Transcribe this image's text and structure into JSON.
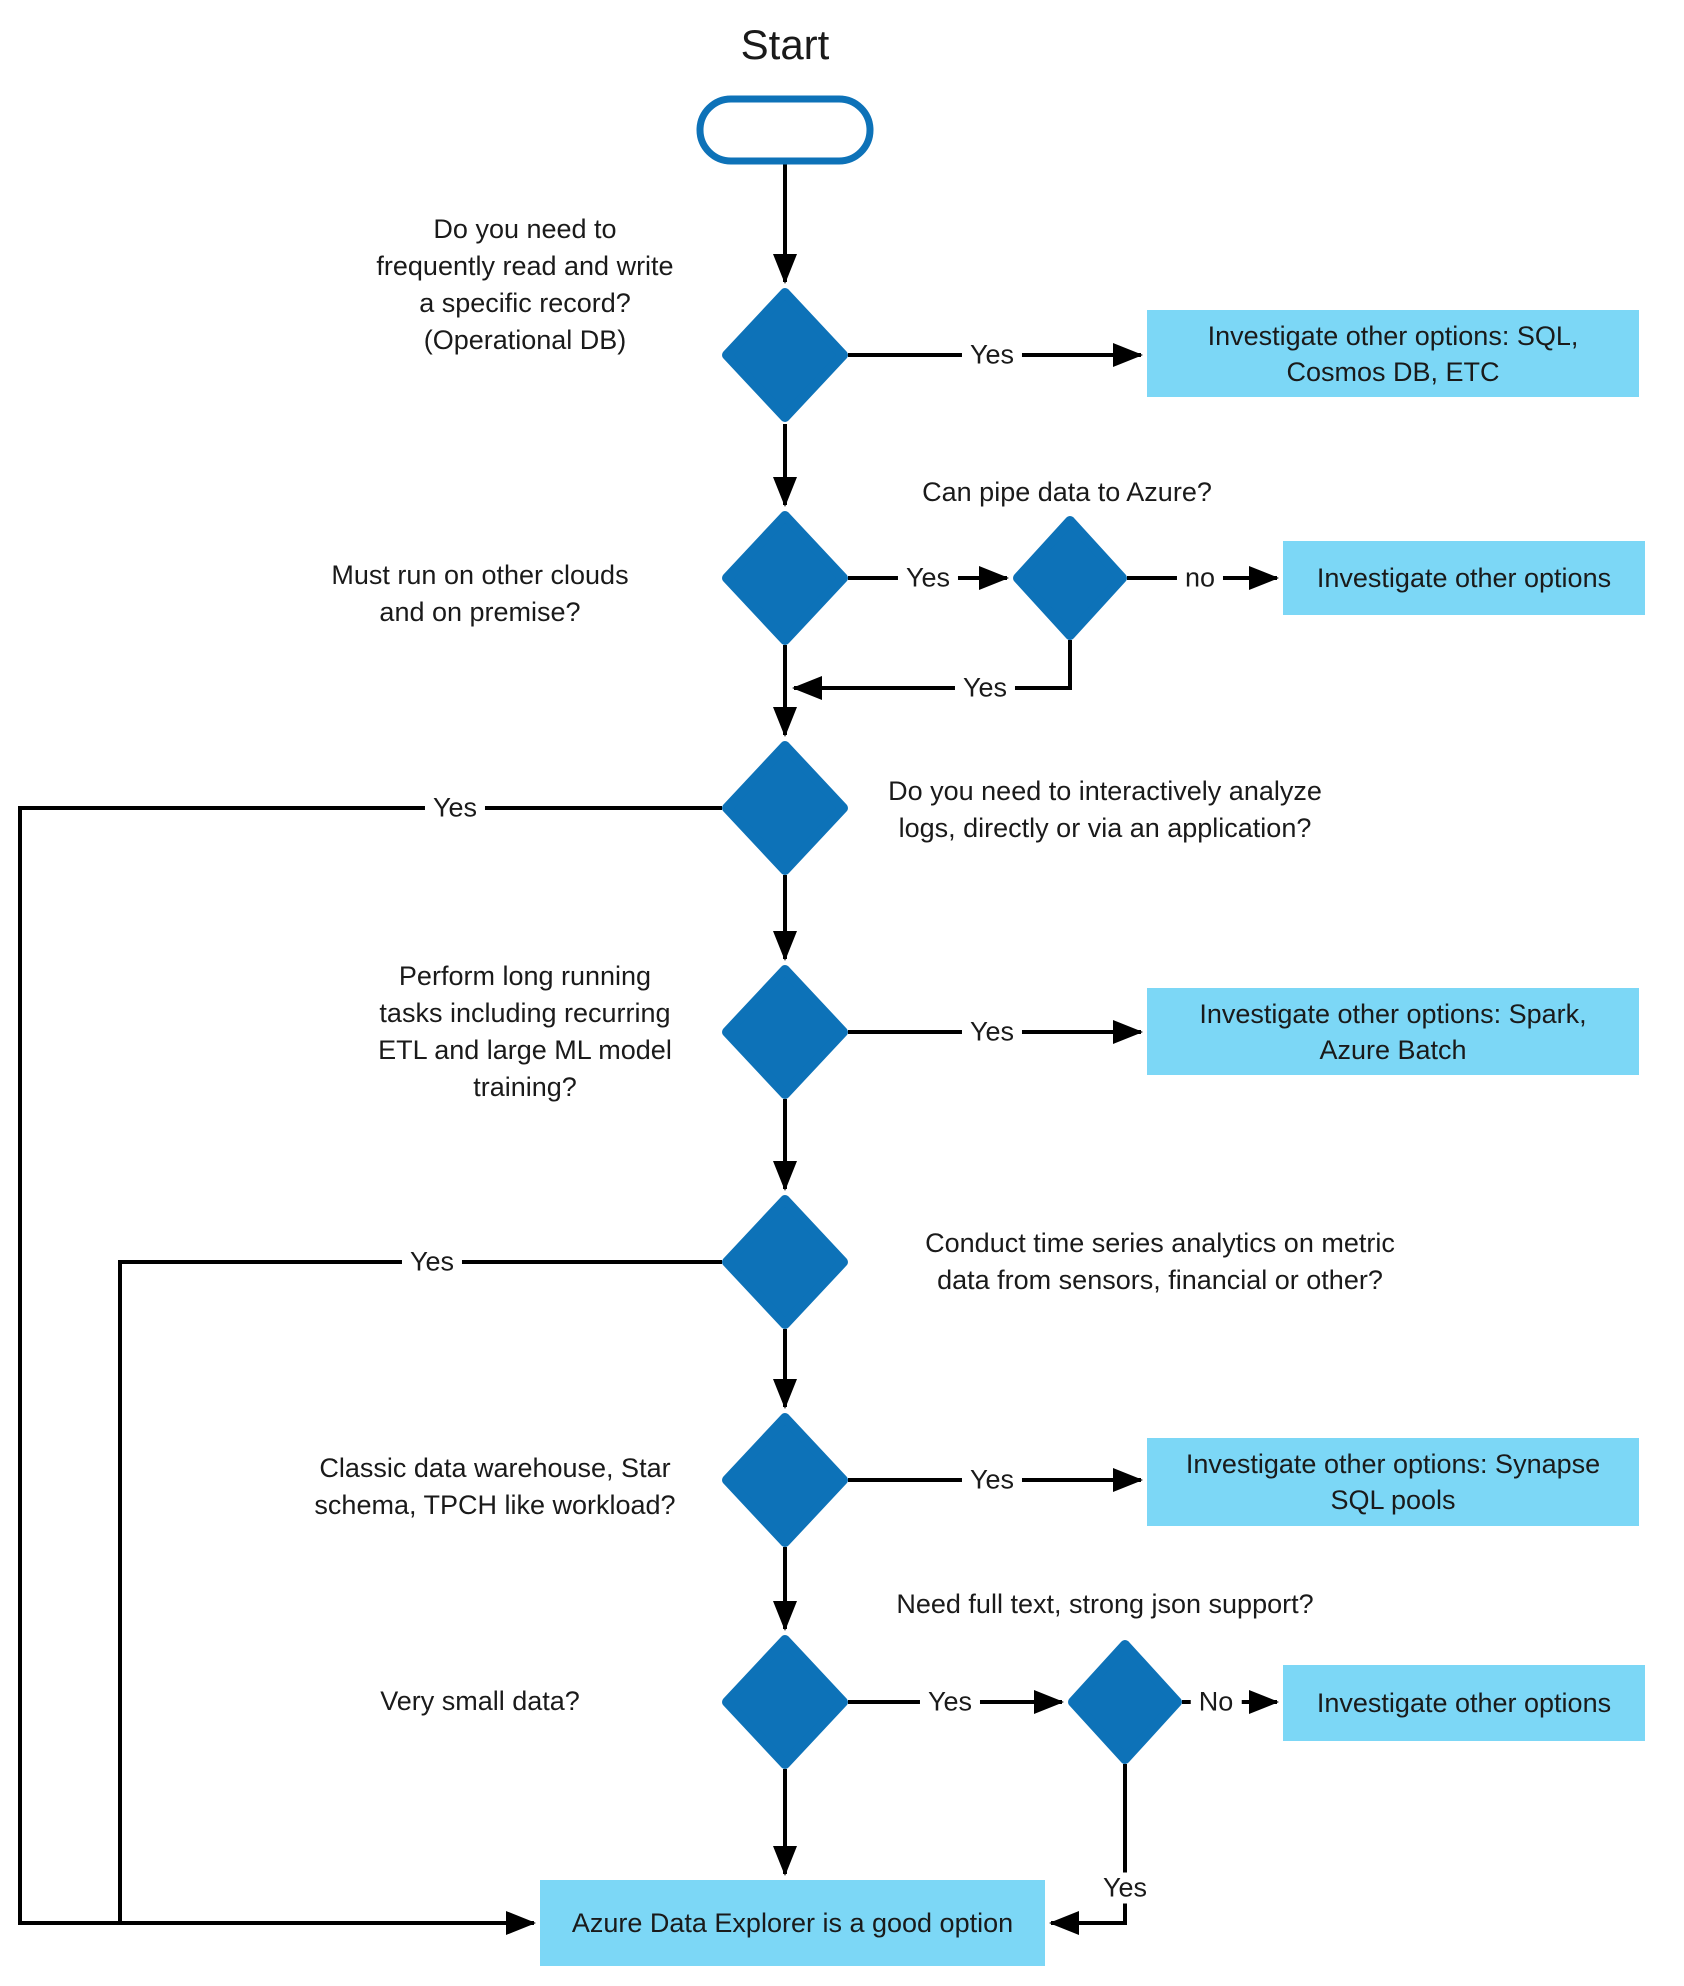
{
  "colors": {
    "diamond_blue": "#0d72b8",
    "box_blue": "#7cd7f6",
    "line_black": "#000000"
  },
  "flowchart": {
    "title": "Start",
    "questions": {
      "operational_db": "Do you need to\nfrequently read and write\na specific record?\n(Operational DB)",
      "other_clouds": "Must run on other clouds\nand on premise?",
      "pipe_to_azure": "Can pipe data to Azure?",
      "analyze_logs": "Do you need to interactively analyze\nlogs, directly or via an application?",
      "long_running": "Perform long running\ntasks including recurring\nETL and large ML model\ntraining?",
      "time_series": "Conduct time series analytics on metric\ndata from sensors, financial or other?",
      "data_warehouse": "Classic data warehouse, Star\nschema, TPCH like workload?",
      "small_data": "Very small data?",
      "full_text_json": "Need full text, strong json support?"
    },
    "edge_labels": {
      "d1_yes": "Yes",
      "d2_yes": "Yes",
      "pipe_no": "no",
      "pipe_yes": "Yes",
      "d3_yes": "Yes",
      "d4_yes": "Yes",
      "d5_yes": "Yes",
      "d6_yes": "Yes",
      "d7_yes": "Yes",
      "fulltext_no": "No",
      "fulltext_yes": "Yes"
    },
    "results": {
      "sql_cosmos": "Investigate other options: SQL,\nCosmos DB, ETC",
      "other_options_1": "Investigate other options",
      "spark_batch": "Investigate other options: Spark,\nAzure Batch",
      "synapse": "Investigate other options: Synapse\nSQL pools",
      "other_options_2": "Investigate other options",
      "adx_good_option": "Azure Data Explorer is a good option"
    }
  }
}
